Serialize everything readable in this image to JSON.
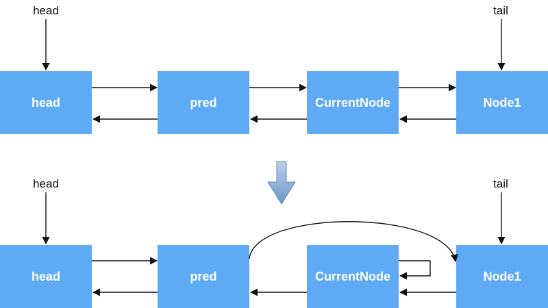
{
  "diagram": {
    "before": {
      "head_pointer": "head",
      "tail_pointer": "tail",
      "nodes": [
        "head",
        "pred",
        "CurrentNode",
        "Node1"
      ]
    },
    "after": {
      "head_pointer": "head",
      "tail_pointer": "tail",
      "nodes": [
        "head",
        "pred",
        "CurrentNode",
        "Node1"
      ]
    },
    "colors": {
      "node_fill": "#5eaaf4",
      "node_text": "#ffffff",
      "arrow": "#111111",
      "transition_arrow": "#7fa9d8"
    }
  }
}
